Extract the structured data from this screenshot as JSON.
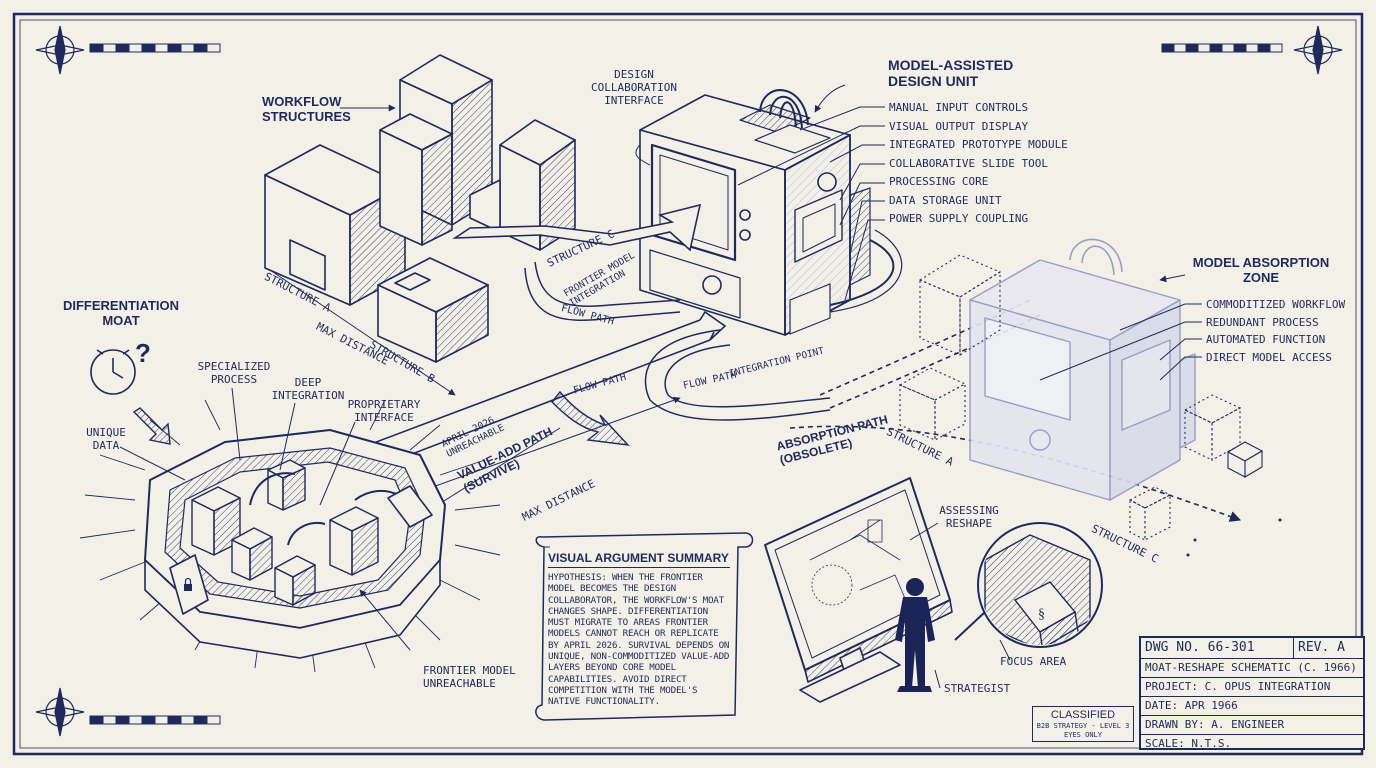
{
  "labels": {
    "workflow_structures": "WORKFLOW\nSTRUCTURES",
    "design_collab_interface": "DESIGN\nCOLLABORATION\nINTERFACE",
    "model_assisted_unit": "MODEL-ASSISTED\nDESIGN UNIT",
    "unit_parts": [
      "MANUAL INPUT CONTROLS",
      "VISUAL OUTPUT DISPLAY",
      "INTEGRATED PROTOTYPE MODULE",
      "COLLABORATIVE SLIDE TOOL",
      "PROCESSING CORE",
      "DATA STORAGE UNIT",
      "POWER SUPPLY COUPLING"
    ],
    "model_absorption_zone": "MODEL ABSORPTION\nZONE",
    "absorption_items": [
      "COMMODITIZED WORKFLOW",
      "REDUNDANT PROCESS",
      "AUTOMATED FUNCTION",
      "DIRECT MODEL ACCESS"
    ],
    "differentiation_moat": "DIFFERENTIATION\nMOAT",
    "unique_data": "UNIQUE\nDATA",
    "specialized_process": "SPECIALIZED\nPROCESS",
    "deep_integration": "DEEP\nINTEGRATION",
    "proprietary_interface": "PROPRIETARY\nINTERFACE",
    "frontier_unreachable": "FRONTIER MODEL\nUNREACHABLE",
    "structure_a": "STRUCTURE A",
    "structure_b": "STRUCTURE B",
    "structure_c": "STRUCTURE C",
    "structure_a_ghost": "STRUCTURE A",
    "structure_c_ghost": "STRUCTURE C",
    "frontier_integration": "FRONTIER MODEL\nINTEGRATION",
    "flow_path": "FLOW PATH",
    "flow_path_2": "FLOW PATH",
    "flow_path_3": "FLOW PATH",
    "integration_point": "INTEGRATION POINT",
    "max_distance_1": "MAX DISTANCE",
    "max_distance_2": "MAX DISTANCE",
    "april_unreachable": "APRIL 2026\nUNREACHABLE",
    "value_add_path": "VALUE-ADD PATH\n(SURVIVE)",
    "absorption_path": "ABSORPTION PATH\n(OBSOLETE)",
    "assessing_reshape": "ASSESSING\nRESHAPE",
    "focus_area": "FOCUS AREA",
    "strategist": "STRATEGIST"
  },
  "summary": {
    "title": "VISUAL ARGUMENT SUMMARY",
    "body": "HYPOTHESIS: WHEN THE FRONTIER MODEL BECOMES THE DESIGN COLLABORATOR, THE WORKFLOW'S MOAT CHANGES SHAPE. DIFFERENTIATION MUST MIGRATE TO AREAS FRONTIER MODELS CANNOT REACH OR REPLICATE BY APRIL 2026. SURVIVAL DEPENDS ON UNIQUE, NON-COMMODITIZED VALUE-ADD LAYERS BEYOND CORE MODEL CAPABILITIES. AVOID DIRECT COMPETITION WITH THE MODEL'S NATIVE FUNCTIONALITY."
  },
  "title_block": {
    "dwg_no": "DWG NO. 66-301",
    "rev": "REV. A",
    "name": "MOAT-RESHAPE SCHEMATIC (C. 1966)",
    "project": "PROJECT: C. OPUS INTEGRATION",
    "date": "DATE: APR 1966",
    "drawn_by": "DRAWN BY: A. ENGINEER",
    "scale": "SCALE: N.T.S."
  },
  "classified": {
    "title": "CLASSIFIED",
    "sub": "B2B STRATEGY - LEVEL 3\nEYES ONLY"
  },
  "colors": {
    "ink": "#1f2a5c",
    "paper": "#f3f0e8",
    "ghost": "#aab3d4",
    "figure": "#1b2456"
  },
  "icons": [
    "compass-rose-icon",
    "clock-icon",
    "question-mark-icon",
    "lock-icon"
  ]
}
